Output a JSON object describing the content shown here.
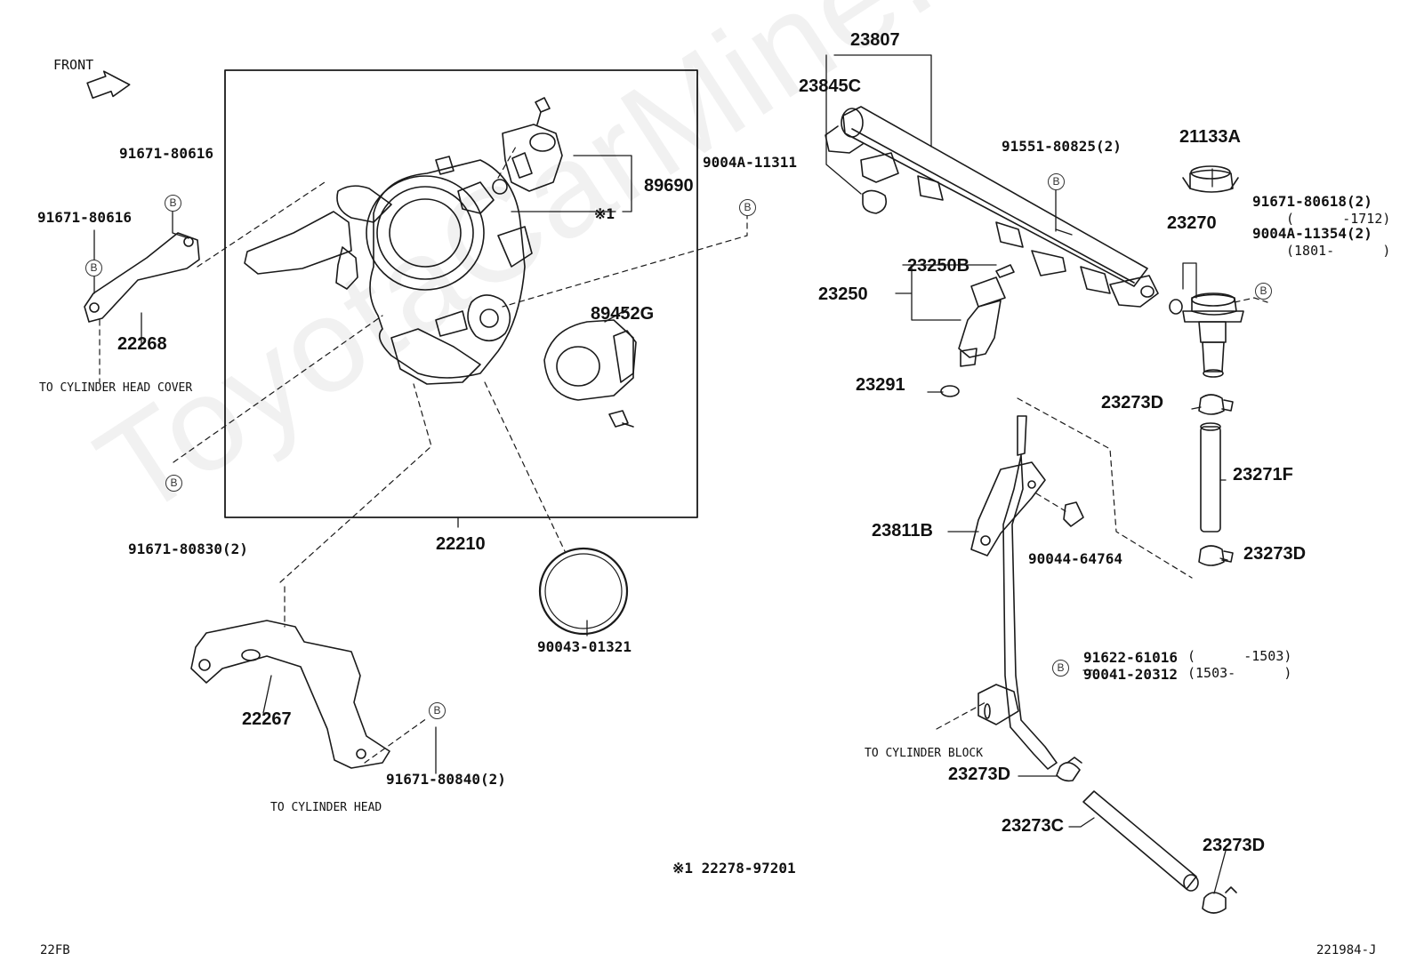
{
  "header": {
    "direction_label": "FRONT"
  },
  "watermark": "ToyotaCarMine.ru",
  "footer": {
    "left_code": "22FB",
    "right_code": "221984-J",
    "note": "※1 22278-97201"
  },
  "note_mark": "※1",
  "b_mark": "B",
  "parts": {
    "p23807": "23807",
    "p23845C": "23845C",
    "p91551": "91551-80825(2)",
    "p21133A": "21133A",
    "p91671_80618": "91671-80618(2)",
    "p91671_80618_range": "(      -1712)",
    "p9004A_11354": "9004A-11354(2)",
    "p9004A_11354_range": "(1801-      )",
    "p23270": "23270",
    "p23250B": "23250B",
    "p23250": "23250",
    "p23291": "23291",
    "p23273D_a": "23273D",
    "p23271F": "23271F",
    "p23273D_b": "23273D",
    "p23811B": "23811B",
    "p90044": "90044-64764",
    "p91622": "91622-61016",
    "p91622_range": "(      -1503)",
    "p90041": "90041-20312",
    "p90041_range": "(1503-      )",
    "to_cyl_block": "TO CYLINDER BLOCK",
    "p23273D_c": "23273D",
    "p23273C": "23273C",
    "p23273D_d": "23273D",
    "p91671_80616_a": "91671-80616",
    "p91671_80616_b": "91671-80616",
    "p22268": "22268",
    "to_cyl_head_cover": "TO CYLINDER HEAD COVER",
    "p89690": "89690",
    "p9004A_11311": "9004A-11311",
    "p89452G": "89452G",
    "p91671_80830": "91671-80830(2)",
    "p22210": "22210",
    "p90043": "90043-01321",
    "p22267": "22267",
    "p91671_80840": "91671-80840(2)",
    "to_cyl_head": "TO CYLINDER HEAD"
  }
}
